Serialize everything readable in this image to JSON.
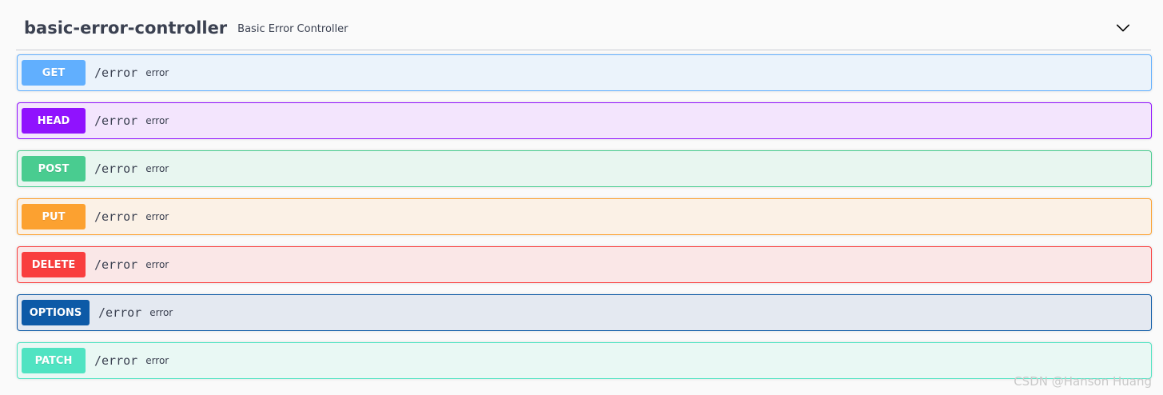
{
  "tag": {
    "name": "basic-error-controller",
    "description": "Basic Error Controller",
    "expand_icon": "chevron-down-icon"
  },
  "operations": [
    {
      "method": "GET",
      "path": "/error",
      "summary": "error",
      "color": "#61affe",
      "bg": "#ebf3fb"
    },
    {
      "method": "HEAD",
      "path": "/error",
      "summary": "error",
      "color": "#9012fe",
      "bg": "#f3e5fd"
    },
    {
      "method": "POST",
      "path": "/error",
      "summary": "error",
      "color": "#49cc90",
      "bg": "#e8f6f0"
    },
    {
      "method": "PUT",
      "path": "/error",
      "summary": "error",
      "color": "#fca130",
      "bg": "#fbf1e6"
    },
    {
      "method": "DELETE",
      "path": "/error",
      "summary": "error",
      "color": "#f93e3e",
      "bg": "#fae7e7"
    },
    {
      "method": "OPTIONS",
      "path": "/error",
      "summary": "error",
      "color": "#0d5aa7",
      "bg": "#e4e9f1"
    },
    {
      "method": "PATCH",
      "path": "/error",
      "summary": "error",
      "color": "#50e3c2",
      "bg": "#e9f8f4"
    }
  ],
  "watermark": "CSDN @Hanson Huang"
}
